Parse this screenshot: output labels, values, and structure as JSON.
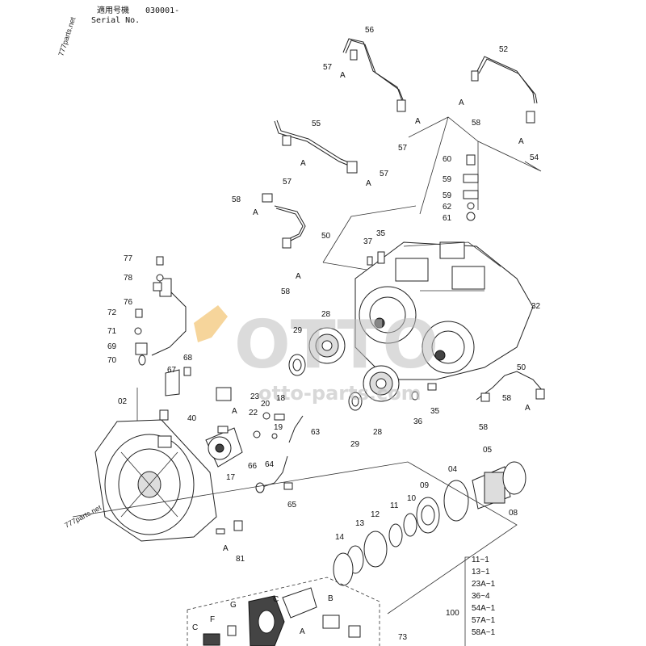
{
  "header": {
    "applicable_model": "適用号機",
    "serial_label": "Serial No.",
    "serial_value": "030001-"
  },
  "watermarks": {
    "top_left": "777parts.net",
    "bottom_left": "777parts.net",
    "brand_big": "OTTO",
    "brand_url": "otto-parts.com"
  },
  "callouts": [
    {
      "id": "c56",
      "text": "56"
    },
    {
      "id": "c52",
      "text": "52"
    },
    {
      "id": "c57a",
      "text": "57"
    },
    {
      "id": "c58a",
      "text": "58"
    },
    {
      "id": "c57b",
      "text": "57"
    },
    {
      "id": "c54",
      "text": "54"
    },
    {
      "id": "c55",
      "text": "55"
    },
    {
      "id": "c57c",
      "text": "57"
    },
    {
      "id": "c57d",
      "text": "57"
    },
    {
      "id": "c60",
      "text": "60"
    },
    {
      "id": "c59a",
      "text": "59"
    },
    {
      "id": "c59b",
      "text": "59"
    },
    {
      "id": "c62",
      "text": "62"
    },
    {
      "id": "c61",
      "text": "61"
    },
    {
      "id": "c58b",
      "text": "58"
    },
    {
      "id": "c50a",
      "text": "50"
    },
    {
      "id": "c58c",
      "text": "58"
    },
    {
      "id": "c37",
      "text": "37"
    },
    {
      "id": "c35a",
      "text": "35"
    },
    {
      "id": "c77",
      "text": "77"
    },
    {
      "id": "c78",
      "text": "78"
    },
    {
      "id": "c76",
      "text": "76"
    },
    {
      "id": "c72",
      "text": "72"
    },
    {
      "id": "c71",
      "text": "71"
    },
    {
      "id": "c69",
      "text": "69"
    },
    {
      "id": "c70",
      "text": "70"
    },
    {
      "id": "c28a",
      "text": "28"
    },
    {
      "id": "c29a",
      "text": "29"
    },
    {
      "id": "c32",
      "text": "32"
    },
    {
      "id": "c68",
      "text": "68"
    },
    {
      "id": "c67",
      "text": "67"
    },
    {
      "id": "c50b",
      "text": "50"
    },
    {
      "id": "c23",
      "text": "23"
    },
    {
      "id": "c20",
      "text": "20"
    },
    {
      "id": "c18",
      "text": "18"
    },
    {
      "id": "c58d",
      "text": "58"
    },
    {
      "id": "c02",
      "text": "02"
    },
    {
      "id": "c40",
      "text": "40"
    },
    {
      "id": "c22",
      "text": "22"
    },
    {
      "id": "c19",
      "text": "19"
    },
    {
      "id": "c36",
      "text": "36"
    },
    {
      "id": "c35b",
      "text": "35"
    },
    {
      "id": "c58e",
      "text": "58"
    },
    {
      "id": "c63",
      "text": "63"
    },
    {
      "id": "c29b",
      "text": "29"
    },
    {
      "id": "c28b",
      "text": "28"
    },
    {
      "id": "c05",
      "text": "05"
    },
    {
      "id": "c17",
      "text": "17"
    },
    {
      "id": "c66",
      "text": "66"
    },
    {
      "id": "c64",
      "text": "64"
    },
    {
      "id": "c04",
      "text": "04"
    },
    {
      "id": "c09",
      "text": "09"
    },
    {
      "id": "c10",
      "text": "10"
    },
    {
      "id": "c11",
      "text": "11"
    },
    {
      "id": "c12",
      "text": "12"
    },
    {
      "id": "c13",
      "text": "13"
    },
    {
      "id": "c14",
      "text": "14"
    },
    {
      "id": "c65",
      "text": "65"
    },
    {
      "id": "c08",
      "text": "08"
    },
    {
      "id": "c81",
      "text": "81"
    },
    {
      "id": "c73",
      "text": "73"
    }
  ],
  "letters": {
    "A": "A",
    "B": "B",
    "C": "C",
    "F": "F",
    "G": "G"
  },
  "kit": {
    "label": "100",
    "items": [
      "11~1",
      "13~1",
      "23A~1",
      "36~4",
      "54A~1",
      "57A~1",
      "58A~1"
    ]
  }
}
